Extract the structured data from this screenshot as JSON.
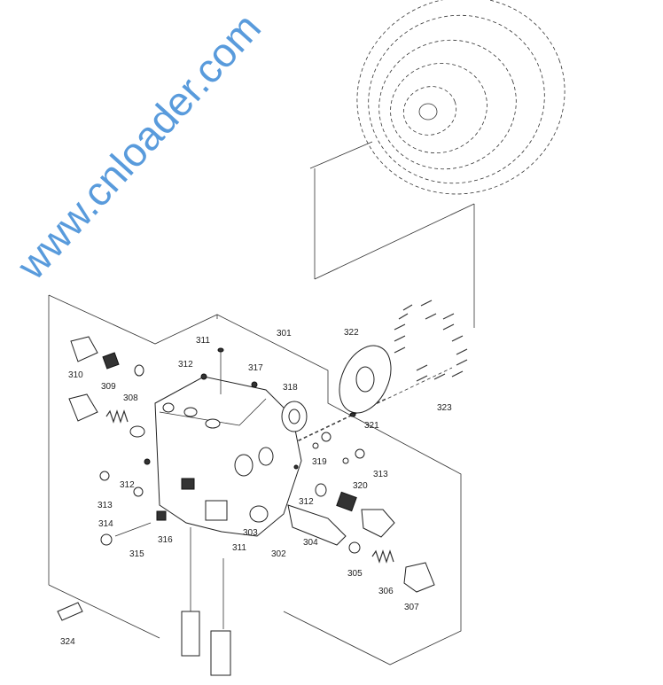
{
  "diagram": {
    "watermark": "www.cnloader.com",
    "labels": [
      "301",
      "311",
      "312",
      "317",
      "310",
      "309",
      "308",
      "318",
      "322",
      "323",
      "321",
      "319",
      "320",
      "313",
      "312",
      "313",
      "314",
      "316",
      "315",
      "303",
      "302",
      "304",
      "312",
      "311",
      "305",
      "306",
      "307",
      "324"
    ],
    "colors": {
      "line": "#333333",
      "watermark": "#3d8ad6"
    }
  }
}
